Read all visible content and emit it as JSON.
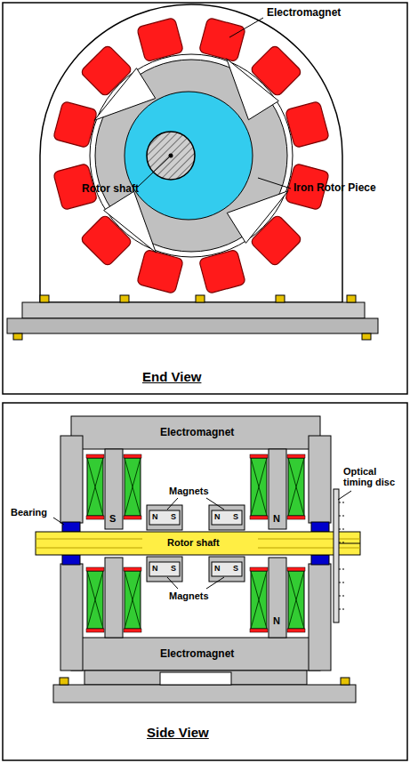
{
  "diagram": {
    "labels": [
      "Electromagnet",
      "Rotor shaft",
      "Iron Rotor Piece",
      "End View",
      "Electromagnet",
      "S",
      "N",
      "Magnets",
      "N",
      "S",
      "N",
      "S",
      "Optical timing disc",
      "Bearing",
      "Rotor shaft",
      "N",
      "S",
      "N",
      "S",
      "Magnets",
      "N",
      "Electromagnet",
      "Side View"
    ]
  }
}
